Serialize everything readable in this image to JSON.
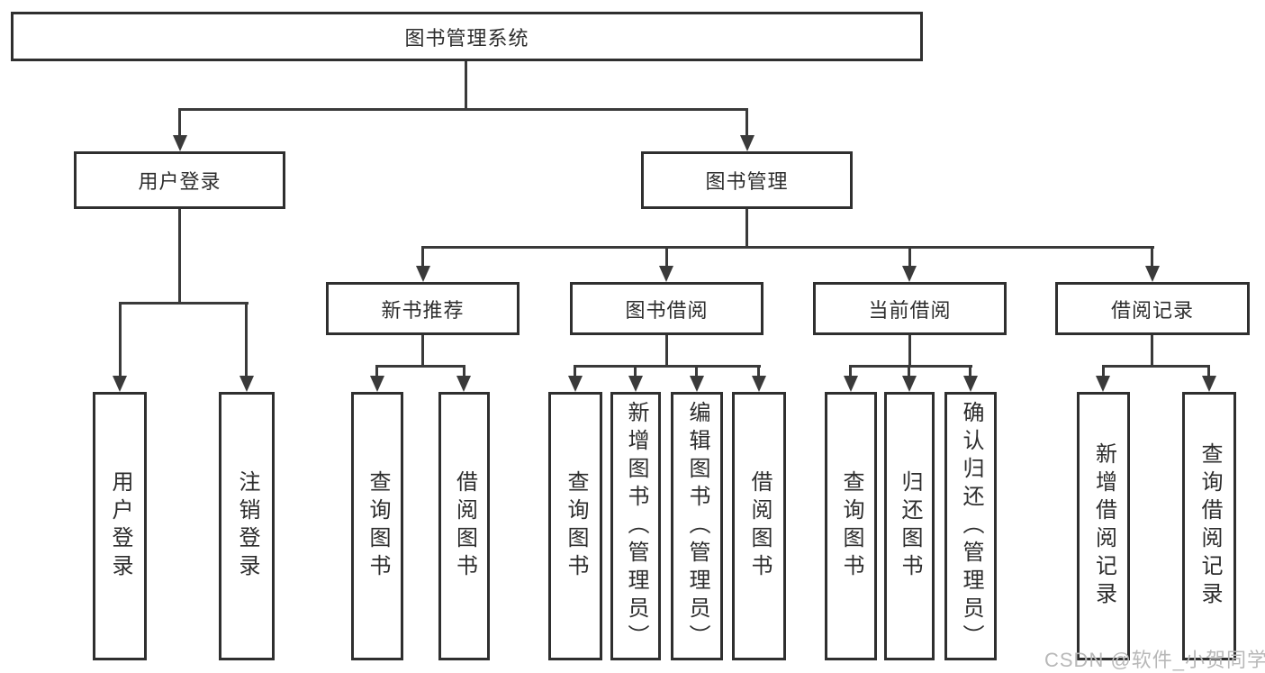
{
  "diagram": {
    "title": "图书管理系统",
    "branches": [
      {
        "label": "用户登录",
        "children": [
          {
            "label": "用户登录"
          },
          {
            "label": "注销登录"
          }
        ]
      },
      {
        "label": "图书管理",
        "children": [
          {
            "label": "新书推荐",
            "children": [
              {
                "label": "查询图书"
              },
              {
                "label": "借阅图书"
              }
            ]
          },
          {
            "label": "图书借阅",
            "children": [
              {
                "label": "查询图书"
              },
              {
                "label": "新增图书（管理员）"
              },
              {
                "label": "编辑图书（管理员）"
              },
              {
                "label": "借阅图书"
              }
            ]
          },
          {
            "label": "当前借阅",
            "children": [
              {
                "label": "查询图书"
              },
              {
                "label": "归还图书"
              },
              {
                "label": "确认归还（管理员）"
              }
            ]
          },
          {
            "label": "借阅记录",
            "children": [
              {
                "label": "新增借阅记录"
              },
              {
                "label": "查询借阅记录"
              }
            ]
          }
        ]
      }
    ]
  },
  "watermark": {
    "text": "CSDN @软件_小贺同学"
  },
  "colors": {
    "line": "#3a3a3a",
    "border": "#2f2f2f",
    "text": "#2d2d2d",
    "watermark": "#b8b8b8",
    "background": "#ffffff"
  }
}
